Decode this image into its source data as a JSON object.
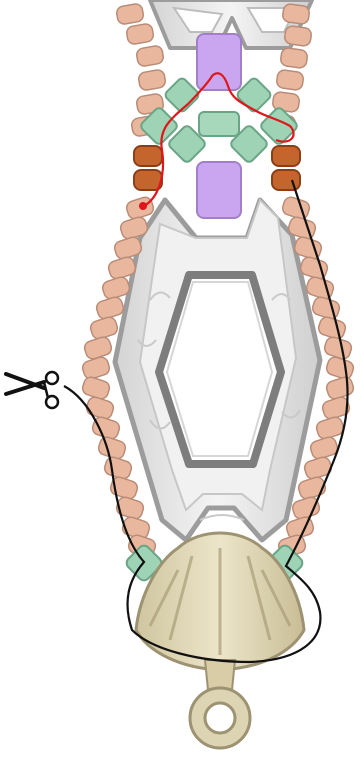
{
  "diagram": {
    "colors": {
      "background": "#ffffff",
      "seed_bead_fill": "#e9b79e",
      "seed_bead_stroke": "#b98c77",
      "accent_bead_fill": "#c4652d",
      "accent_bead_stroke": "#8a3f18",
      "square_bead_fill": "#9fd3b5",
      "square_bead_stroke": "#6aa585",
      "cube_bead_fill": "#c9a6ef",
      "cube_bead_stroke": "#a180c7",
      "metal_fill": "#e9e9e9",
      "metal_stroke": "#9c9c9c",
      "end_cap_fill": "#ddd4b3",
      "end_cap_stroke": "#9d9271",
      "thread_black": "#111111",
      "thread_red": "#e0161b"
    },
    "icons": {
      "scissors": "scissors-icon",
      "needle_end": "needle-end-dot-icon"
    },
    "components": [
      "hexagon-connector-bead",
      "seed-bead-strand-left",
      "seed-bead-strand-right",
      "square-bead-cluster",
      "cube-beads",
      "shell-end-cap",
      "black-thread-path",
      "red-thread-path"
    ]
  }
}
